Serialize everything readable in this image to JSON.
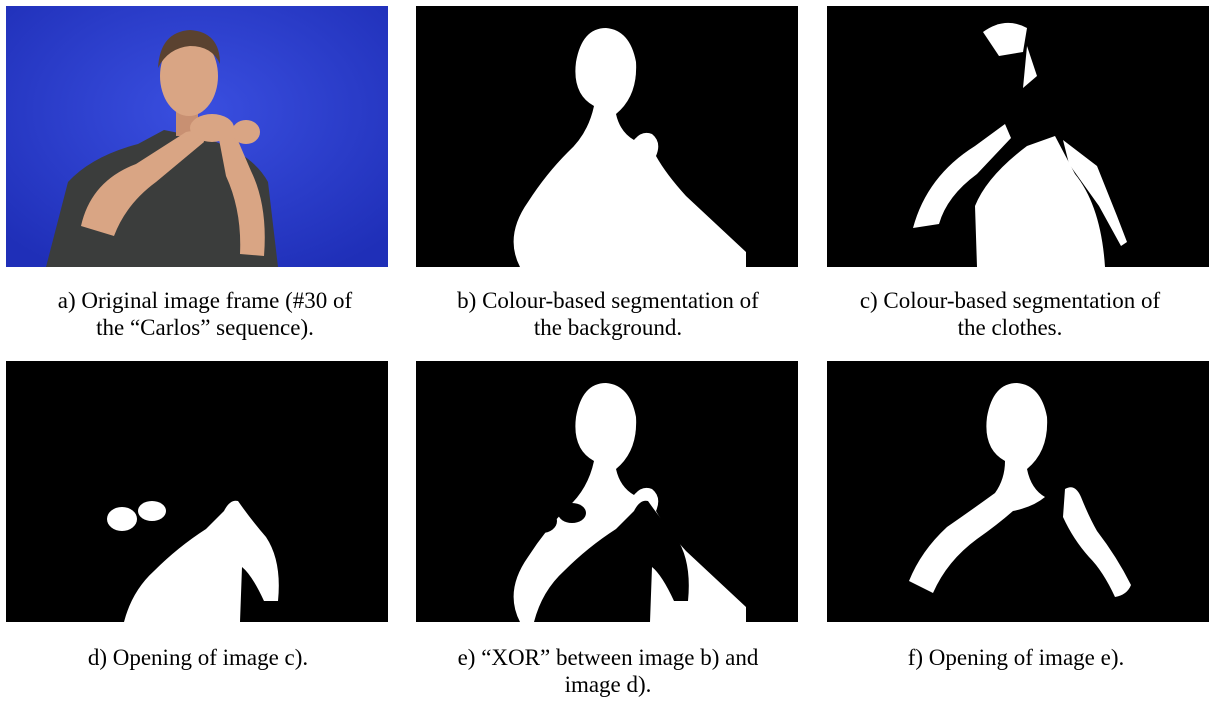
{
  "figure": {
    "captions": {
      "a_line1": "a) Original image frame (#30 of",
      "a_line2": "the “Carlos” sequence).",
      "b_line1": "b) Colour-based segmentation of",
      "b_line2": "the background.",
      "c_line1": "c) Colour-based segmentation of",
      "c_line2": "the clothes.",
      "d_line1": "d) Opening of image c).",
      "e_line1": "e) “XOR” between image b) and",
      "e_line2": "image d).",
      "f_line1": "f) Opening of image e)."
    },
    "colors": {
      "blue_background": "#2a3fd0",
      "mask_foreground": "#ffffff",
      "mask_background": "#000000",
      "shirt": "#3b3d3c",
      "skin": "#d9a584",
      "hair": "#5a4230"
    }
  }
}
